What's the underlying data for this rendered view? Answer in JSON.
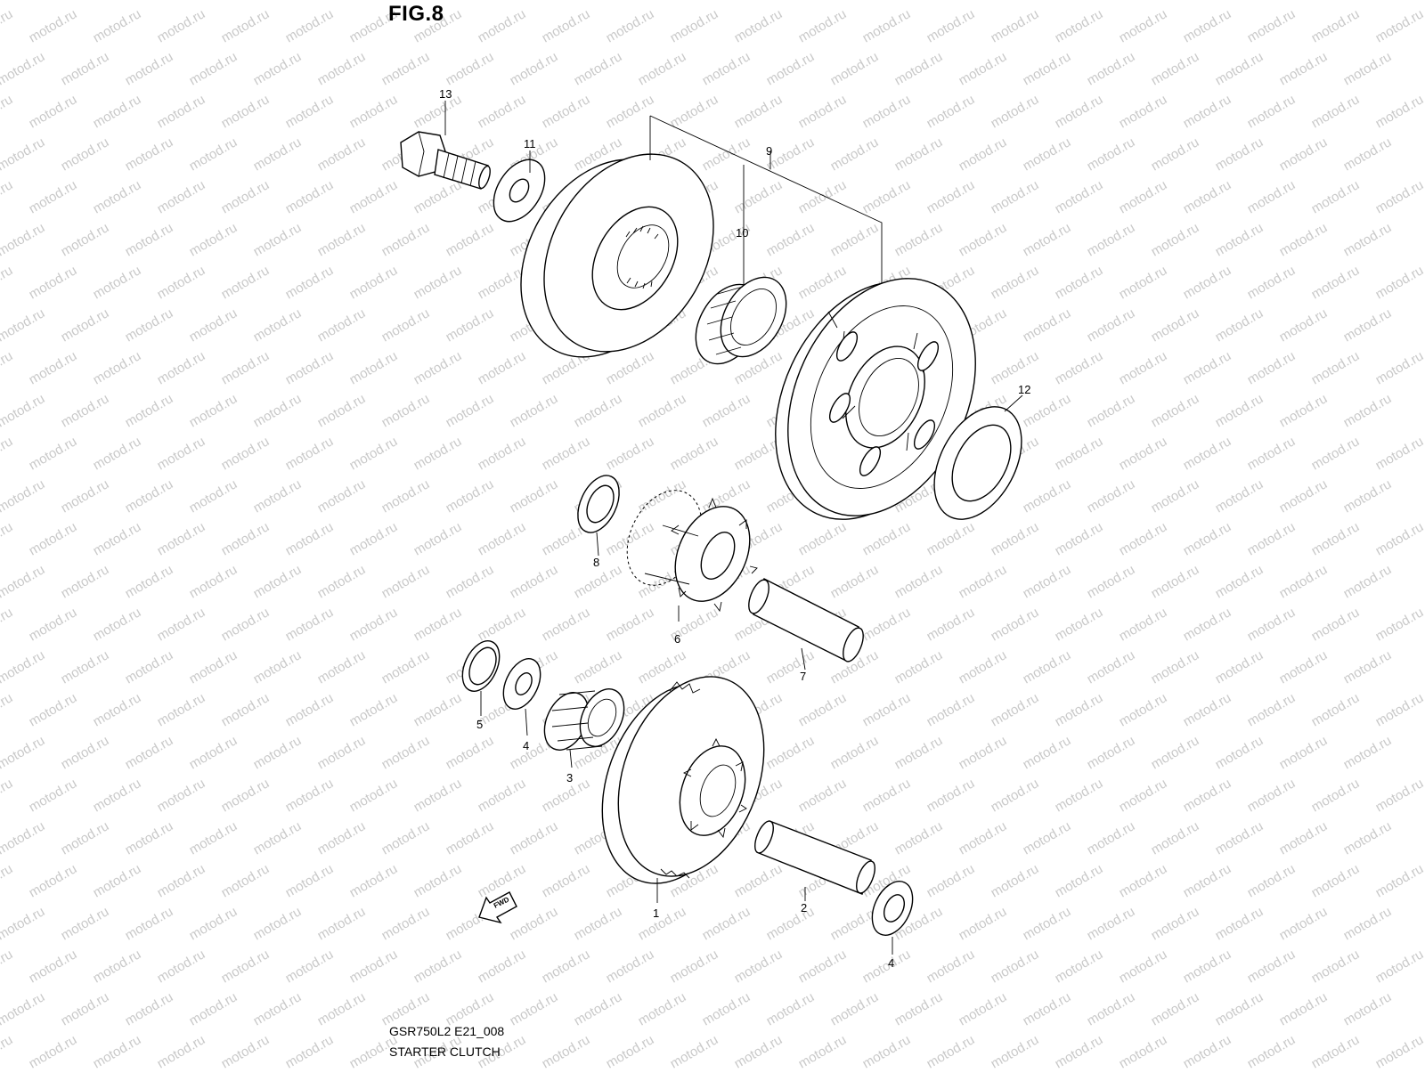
{
  "figure": {
    "title": "FIG.8",
    "model_code": "GSR750L2 E21_008",
    "name": "STARTER CLUTCH"
  },
  "watermark": "motod.ru",
  "direction_label": "FWD",
  "callouts": [
    "13",
    "11",
    "9",
    "10",
    "12",
    "8",
    "6",
    "7",
    "5",
    "4",
    "3",
    "1",
    "2",
    "4"
  ],
  "colors": {
    "line": "#000000",
    "watermark": "#c9c9c9",
    "background": "#ffffff"
  }
}
